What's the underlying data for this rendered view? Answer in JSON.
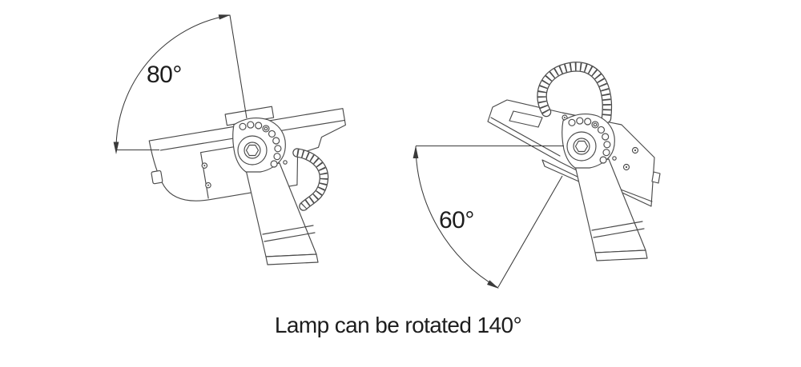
{
  "diagram": {
    "caption": "Lamp can be rotated 140°",
    "left_view": {
      "angle_label": "80°",
      "angle_deg": 80,
      "alt": "lamp head nearly horizontal on stand, arc showing 80° of upward rotation"
    },
    "right_view": {
      "angle_label": "60°",
      "angle_deg": 60,
      "alt": "lamp head tilted forward on stand, arc showing 60° of downward rotation"
    },
    "total_rotation_deg": 140
  },
  "theme": {
    "line": "#4a4a4a",
    "dim": "#3a3a3a",
    "text": "#1d1d1d",
    "bg": "#ffffff"
  }
}
